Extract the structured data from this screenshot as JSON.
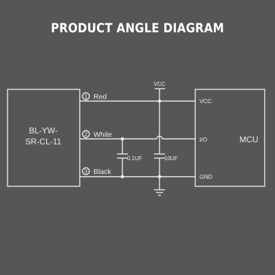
{
  "title": "PRODUCT ANGLE DIAGRAM",
  "sensor": {
    "label_line1": "BL-YW-",
    "label_line2": "SR-CL-11"
  },
  "pins": [
    {
      "number": "1",
      "wire": "Red"
    },
    {
      "number": "2",
      "wire": "White"
    },
    {
      "number": "3",
      "wire": "Black"
    }
  ],
  "mcu": {
    "label": "MCU",
    "pins": [
      "VCC",
      "I/O",
      "GND"
    ]
  },
  "supply_label": "VCC",
  "capacitors": [
    {
      "value": "0.1UF"
    },
    {
      "value": "10UF"
    }
  ]
}
